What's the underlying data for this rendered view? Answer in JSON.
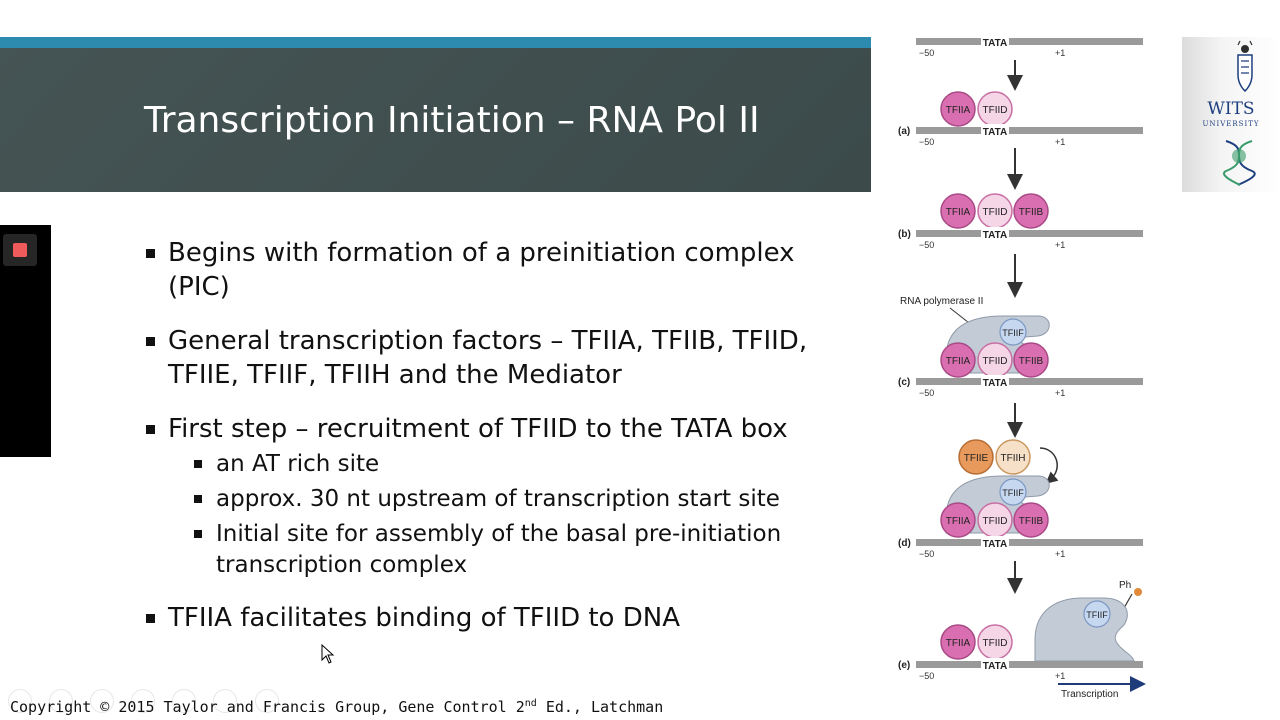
{
  "slide": {
    "title": "Transcription Initiation – RNA Pol II",
    "bullets": [
      {
        "text": "Begins with formation of a preinitiation complex (PIC)"
      },
      {
        "text": "General transcription factors – TFIIA, TFIIB, TFIID, TFIIE, TFIIF, TFIIH and the Mediator"
      },
      {
        "text": "First step – recruitment of TFIID to the TATA box",
        "sub": [
          "an AT rich site",
          "approx. 30 nt upstream of transcription start site",
          "Initial site for assembly of the basal pre-initiation transcription complex"
        ]
      },
      {
        "text": "TFIIA facilitates binding of TFIID to DNA"
      }
    ],
    "copyright_main": "Copyright © 2015 Taylor and Francis Group, Gene Control 2",
    "copyright_sup": "nd",
    "copyright_tail": " Ed., Latchman"
  },
  "logo": {
    "name": "WITS",
    "subtitle": "UNIVERSITY"
  },
  "figure": {
    "tata": "TATA",
    "minus50": "−50",
    "plus1": "+1",
    "panel_labels": [
      "(a)",
      "(b)",
      "(c)",
      "(d)",
      "(e)"
    ],
    "factors": {
      "a": "TFIIA",
      "d": "TFIID",
      "b": "TFIIB",
      "e": "TFIIE",
      "h": "TFIIH",
      "f": "TFIIF"
    },
    "rnapol_label": "RNA polymerase II",
    "ph_label": "Ph",
    "transcription_label": "Transcription"
  },
  "colors": {
    "topbar": "#2e8bb0",
    "header_bg": "#3f4e4e",
    "tfiia": "#d96fb0",
    "tfiid": "#f4d6e7",
    "tfiie": "#e79a5c",
    "tfiih": "#f7e0c8",
    "tfiif": "#c6d7f0",
    "polymerase": "#c3ccd6",
    "stop": "#ef5b5b"
  }
}
